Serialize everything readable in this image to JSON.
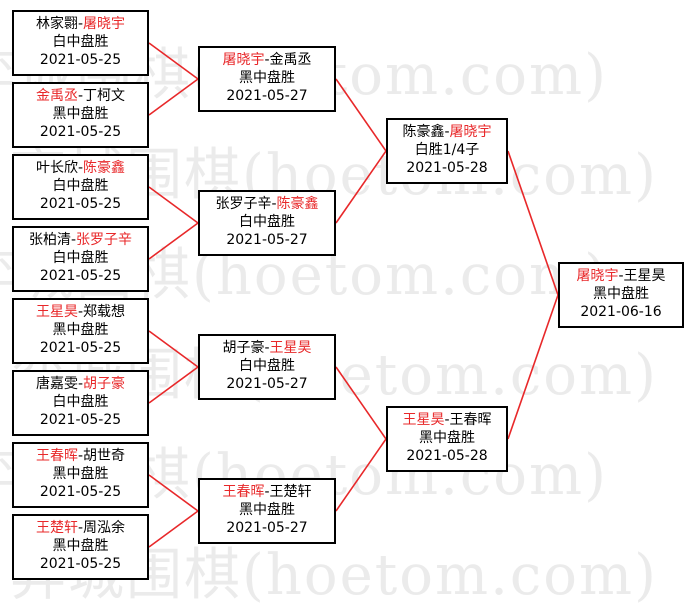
{
  "watermark": "弈城围棋(hoetom.com)",
  "rounds": [
    {
      "name": "r1",
      "matches": [
        {
          "p1": "林家翾",
          "p2": "屠晓宇",
          "winner": 2,
          "result": "白中盘胜",
          "date": "2021-05-25"
        },
        {
          "p1": "金禹丞",
          "p2": "丁柯文",
          "winner": 1,
          "result": "黑中盘胜",
          "date": "2021-05-25"
        },
        {
          "p1": "叶长欣",
          "p2": "陈豪鑫",
          "winner": 2,
          "result": "白中盘胜",
          "date": "2021-05-25"
        },
        {
          "p1": "张柏清",
          "p2": "张罗子辛",
          "winner": 2,
          "result": "白中盘胜",
          "date": "2021-05-25"
        },
        {
          "p1": "王星昊",
          "p2": "郑载想",
          "winner": 1,
          "result": "黑中盘胜",
          "date": "2021-05-25"
        },
        {
          "p1": "唐嘉雯",
          "p2": "胡子豪",
          "winner": 2,
          "result": "白中盘胜",
          "date": "2021-05-25"
        },
        {
          "p1": "王春晖",
          "p2": "胡世奇",
          "winner": 1,
          "result": "黑中盘胜",
          "date": "2021-05-25"
        },
        {
          "p1": "王楚轩",
          "p2": "周泓余",
          "winner": 1,
          "result": "黑中盘胜",
          "date": "2021-05-25"
        }
      ]
    },
    {
      "name": "r2",
      "matches": [
        {
          "p1": "屠晓宇",
          "p2": "金禹丞",
          "winner": 1,
          "result": "黑中盘胜",
          "date": "2021-05-27"
        },
        {
          "p1": "张罗子辛",
          "p2": "陈豪鑫",
          "winner": 2,
          "result": "白中盘胜",
          "date": "2021-05-27"
        },
        {
          "p1": "胡子豪",
          "p2": "王星昊",
          "winner": 2,
          "result": "白中盘胜",
          "date": "2021-05-27"
        },
        {
          "p1": "王春晖",
          "p2": "王楚轩",
          "winner": 1,
          "result": "黑中盘胜",
          "date": "2021-05-27"
        }
      ]
    },
    {
      "name": "r3",
      "matches": [
        {
          "p1": "陈豪鑫",
          "p2": "屠晓宇",
          "winner": 2,
          "result": "白胜1/4子",
          "date": "2021-05-28"
        },
        {
          "p1": "王星昊",
          "p2": "王春晖",
          "winner": 1,
          "result": "黑中盘胜",
          "date": "2021-05-28"
        }
      ]
    },
    {
      "name": "final",
      "matches": [
        {
          "p1": "屠晓宇",
          "p2": "王星昊",
          "winner": 1,
          "result": "黑中盘胜",
          "date": "2021-06-16"
        }
      ]
    }
  ],
  "colors": {
    "winner": "#e8282a",
    "connector": "#e8282a",
    "border": "#000000"
  }
}
